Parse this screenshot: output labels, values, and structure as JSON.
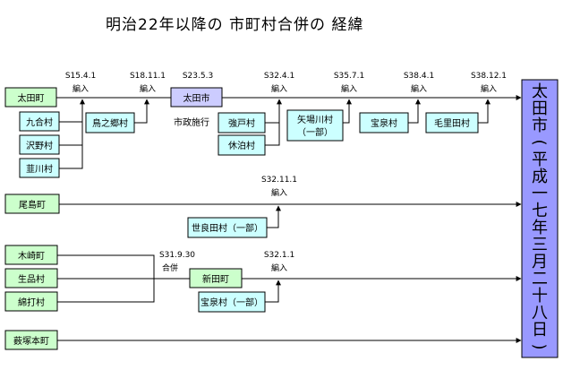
{
  "title": "明治22年以降の 市町村合併の 経緯",
  "colors": {
    "green_box": "#ccffcc",
    "blue_box": "#ccffff",
    "purple_box": "#9999ff",
    "lavender_box": "#ccccff",
    "line": "#000000"
  },
  "boxes": {
    "ota_town": "太田町",
    "kugo": "九合村",
    "sawano": "沢野村",
    "nirakawa": "韮川村",
    "torinogo": "鳥之郷村",
    "ota_city": "太田市",
    "shisei": "市政施行",
    "kyodo": "強戸村",
    "kyuhaku": "休泊村",
    "yabakawa": "矢場川村",
    "yabakawa_part": "（一部）",
    "hosen": "宝泉村",
    "keritaa": "毛里田村",
    "ojima": "尾島町",
    "serada": "世良田村（一部）",
    "kizaki": "木崎町",
    "ikushina": "生品村",
    "wata_uchi": "綿打村",
    "nitta": "新田町",
    "hosen_part": "宝泉村（一部）",
    "yabuzuka": "薮塚本町",
    "final": "太田市(平成一七年三月二十八日)"
  },
  "events": {
    "e1_date": "S15.4.1",
    "e1_type": "編入",
    "e2_date": "S18.11.1",
    "e2_type": "編入",
    "e3_date": "S23.5.3",
    "e4_date": "S32.4.1",
    "e4_type": "編入",
    "e5_date": "S35.7.1",
    "e5_type": "編入",
    "e6_date": "S38.4.1",
    "e6_type": "編入",
    "e7_date": "S38.12.1",
    "e7_type": "編入",
    "e8_date": "S32.11.1",
    "e8_type": "編入",
    "e9_date": "S31.9.30",
    "e9_type": "合併",
    "e10_date": "S32.1.1",
    "e10_type": "編入"
  }
}
